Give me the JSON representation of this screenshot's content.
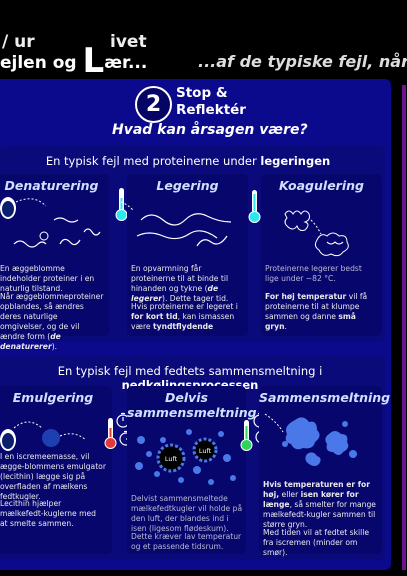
{
  "header": {
    "title_line1": "/ ur",
    "title_line1_right": "ivet",
    "title_line2": "ejlen og",
    "title_big_letter": "L",
    "title_line2_end": "ær...",
    "tagline": "...af de typiske fejl, når d"
  },
  "step": {
    "number": "2",
    "title_line1": "Stop &",
    "title_line2": "Reflektér",
    "subtitle": "Hvad kan årsagen være?"
  },
  "section1": {
    "heading_pre": "En typisk fejl med proteinerne under ",
    "heading_bold": "legeringen",
    "cards": [
      {
        "title": "Denaturering",
        "p1": "En æggeblomme indeholder proteiner i en naturlig tilstand.",
        "p2_pre": "Når æggeblommeproteiner opblandes, så ændres deres naturlige omgivelser, og de vil ændre form (",
        "p2_em": "de denaturerer",
        "p2_post": ")."
      },
      {
        "title": "Legering",
        "p1_pre": "En opvarmning får proteinerne til at binde til hinanden og tykne (",
        "p1_em": "de legerer",
        "p1_post": "). Dette tager tid.",
        "p2_pre": "Hvis proteinerne er legeret i ",
        "p2_bold": "for kort tid",
        "p2_mid": ", kan ismassen være ",
        "p2_bold2": "tyndtflydende"
      },
      {
        "title": "Koagulering",
        "p1": "Proteinerne legerer bedst lige under ~82 °C.",
        "p2_bold": "For høj temperatur",
        "p2_mid": " vil få proteinerne til at klumpe sammen og danne ",
        "p2_bold2": "små gryn",
        "p2_post": "."
      }
    ]
  },
  "section2": {
    "heading_pre": "En typisk fejl med fedtets sammensmeltning i ",
    "heading_bold": "nedkølingsprocessen",
    "cards": [
      {
        "title": "Emulgering",
        "p1": "I en iscremeemasse, vil ægge-blommens emulgator (lecithin) lægge sig på overfladen af mælkens fedtkugler.",
        "p2": "Lecithin hjælper mælkefedt-kuglerne med at smelte  sammen."
      },
      {
        "title_line1": "Delvis",
        "title_line2": "sammensmeltning",
        "blob1": "Luft",
        "blob2": "Luft",
        "p1": "Delvist sammensmeltede mælkefedtkugler vil holde på den luft, der blandes ind i isen (ligesom flødeskum).",
        "p2": "Dette kræver lav temperatur og et passende tidsrum."
      },
      {
        "title": "Sammensmeltning",
        "p1_bold": "Hvis temperaturen er for høj,",
        "p1_mid": " eller ",
        "p1_bold2": "isen kører for længe",
        "p1_post": ", så smelter for mange mælkefedt-kugler sammen til større gryn.",
        "p2": "Med tiden vil at fedtet skille fra iscremen (minder om smør)."
      }
    ]
  },
  "colors": {
    "panel": "#0b0a8c",
    "card": "#07066d",
    "accent_cyan": "#2ee6f0",
    "accent_red": "#e23a3a",
    "accent_green": "#2fd25a",
    "fat_blue": "#4a78e8"
  }
}
